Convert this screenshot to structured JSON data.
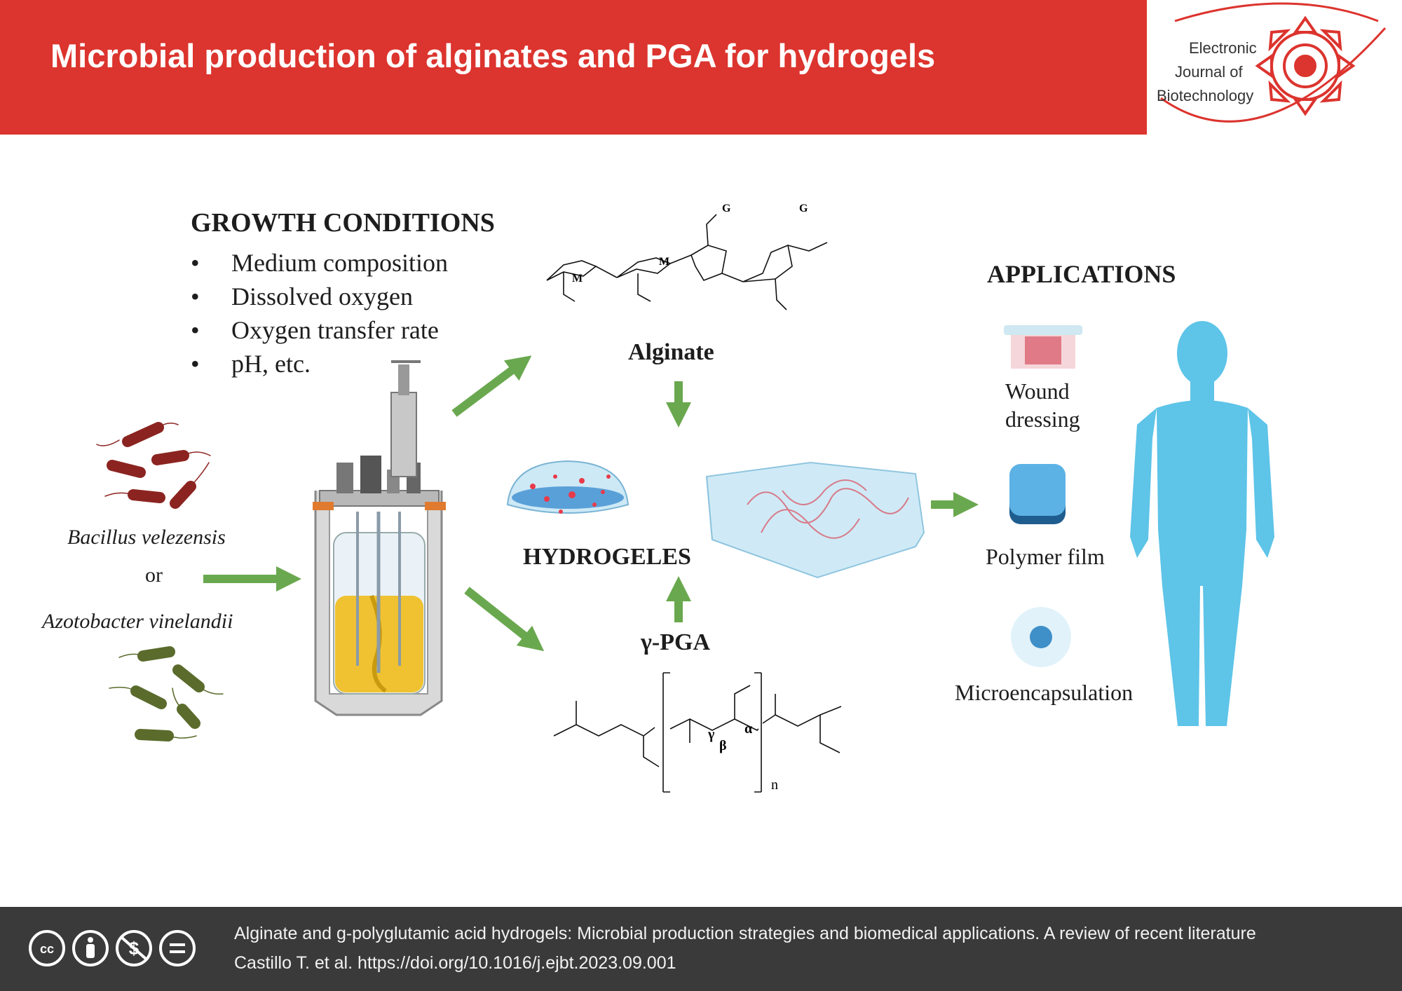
{
  "header": {
    "title": "Microbial production of alginates and PGA for hydrogels",
    "color": "#dc342e"
  },
  "logo": {
    "line1": "Electronic",
    "line2": "Journal of",
    "line3": "Biotechnology"
  },
  "growth": {
    "title": "GROWTH CONDITIONS",
    "items": [
      "Medium composition",
      "Dissolved oxygen",
      "Oxygen transfer rate",
      "pH, etc."
    ]
  },
  "organisms": {
    "first": "Bacillus velezensis",
    "connector": "or",
    "second": "Azotobacter vinelandii"
  },
  "alginate": {
    "label": "Alginate",
    "units": [
      "M",
      "M",
      "G",
      "G"
    ]
  },
  "pga": {
    "label": "γ-PGA",
    "gamma": "γ",
    "beta": "β",
    "alpha": "α",
    "subscript": "n"
  },
  "hydrogel": {
    "label": "HYDROGELES"
  },
  "applications": {
    "title": "APPLICATIONS",
    "wound_line1": "Wound",
    "wound_line2": "dressing",
    "film": "Polymer film",
    "micro": "Microencapsulation"
  },
  "footer": {
    "title": "Alginate and g-polyglutamic acid hydrogels: Microbial production strategies and biomedical applications. A review of recent literature",
    "citation": "Castillo T. et al. https://doi.org/10.1016/j.ejbt.2023.09.001"
  },
  "colors": {
    "arrow": "#6aa84f",
    "body": "#5ec4e8",
    "bacillus": "#8b2420",
    "azotobacter": "#5a6b2c"
  }
}
